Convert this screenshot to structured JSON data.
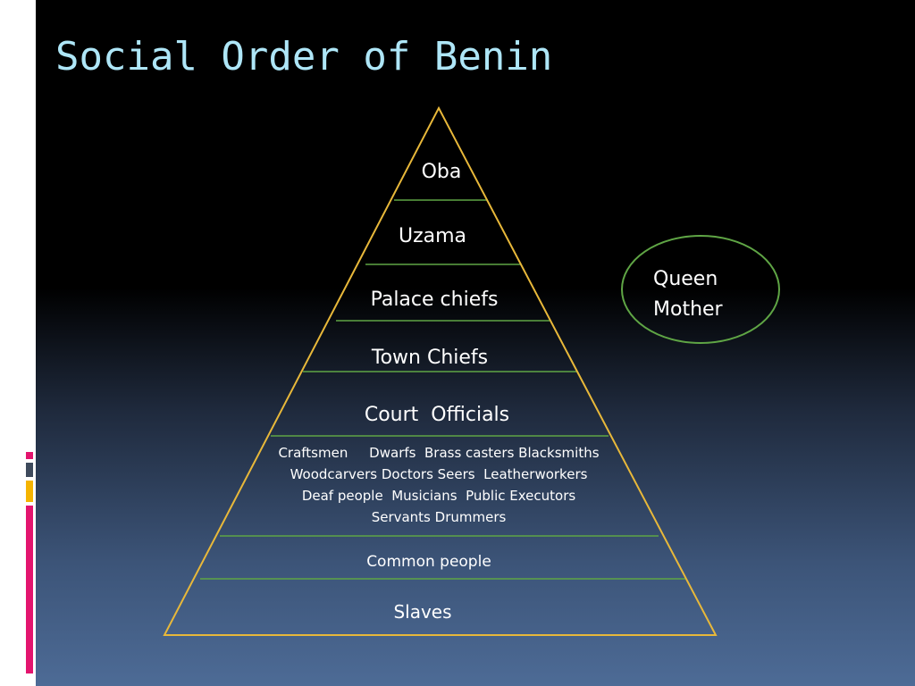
{
  "title": "Social Order of Benin",
  "colors": {
    "title": "#aee6f7",
    "pyramid_outline": "#e8b83a",
    "tier_divider": "#5fa545",
    "ellipse_outline": "#5fa545",
    "deco_dark": "#3e4a5c",
    "deco_yellow": "#f5b400",
    "deco_magenta": "#e3146e"
  },
  "pyramid": {
    "tiers": [
      {
        "label": "Oba"
      },
      {
        "label": "Uzama"
      },
      {
        "label": "Palace chiefs"
      },
      {
        "label": "Town Chiefs"
      },
      {
        "label": "Court  Officials"
      },
      {
        "lines": [
          "Craftsmen     Dwarfs  Brass casters Blacksmiths",
          "Woodcarvers Doctors Seers  Leatherworkers",
          "Deaf people  Musicians  Public Executors",
          "Servants Drummers"
        ]
      },
      {
        "label": "Common people"
      },
      {
        "label": "Slaves"
      }
    ]
  },
  "side_node": {
    "lines": [
      "Queen",
      "Mother"
    ]
  }
}
